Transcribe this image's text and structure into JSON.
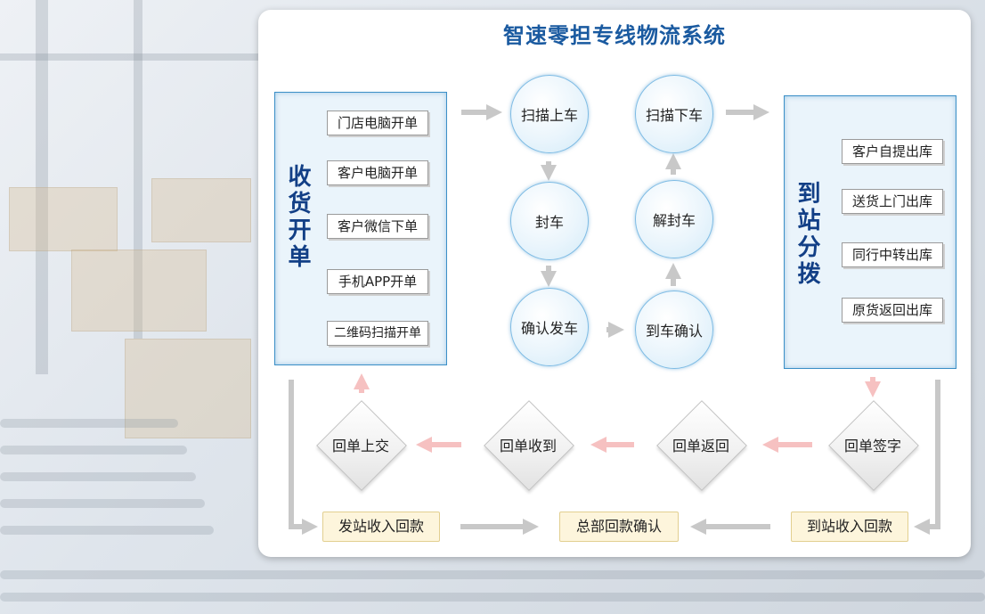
{
  "title": "智速零担专线物流系统",
  "receiving": {
    "title": "收货开单",
    "items": [
      "门店电脑开单",
      "客户电脑开单",
      "客户微信下单",
      "手机APP开单",
      "二维码扫描开单"
    ]
  },
  "arrival": {
    "title": "到站分拨",
    "items": [
      "客户自提出库",
      "送货上门出库",
      "同行中转出库",
      "原货返回出库"
    ]
  },
  "process": {
    "scan_load": "扫描上车",
    "seal": "封车",
    "confirm_depart": "确认发车",
    "arrive_confirm": "到车确认",
    "unseal": "解封车",
    "scan_unload": "扫描下车"
  },
  "receipt": {
    "sign": "回单签字",
    "return": "回单返回",
    "received": "回单收到",
    "submit": "回单上交"
  },
  "payment": {
    "origin": "发站收入回款",
    "hq": "总部回款确认",
    "destination": "到站收入回款"
  },
  "colors": {
    "title": "#1a5aa0",
    "group_border": "#3b8fc7",
    "arrow_gray": "#c8c8c8",
    "arrow_pink": "#f6c1c1"
  }
}
